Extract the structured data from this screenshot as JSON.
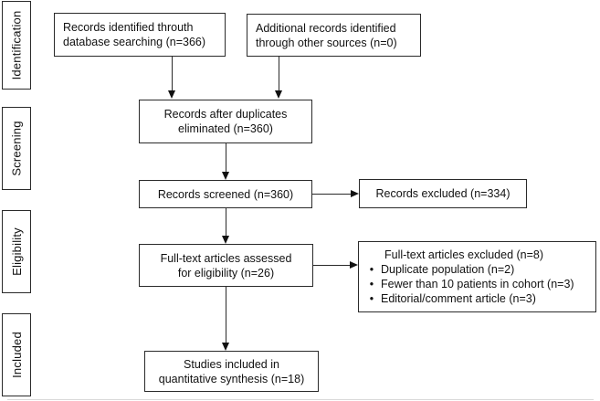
{
  "sidebar": {
    "stages": [
      {
        "label": "Identification"
      },
      {
        "label": "Screening"
      },
      {
        "label": "Eligibility"
      },
      {
        "label": "Included"
      }
    ]
  },
  "flow": {
    "records_identified": {
      "lines": [
        "Records identified throuth",
        "database searching (n=366)"
      ]
    },
    "additional_records": {
      "lines": [
        "Additional records identified",
        "through other sources (n=0)"
      ]
    },
    "after_duplicates": {
      "lines": [
        "Records after duplicates",
        "eliminated (n=360)"
      ]
    },
    "screened": {
      "label": "Records screened (n=360)"
    },
    "records_excluded": {
      "label": "Records excluded (n=334)"
    },
    "fulltext_assessed": {
      "lines": [
        "Full-text articles assessed",
        "for eligibility (n=26)"
      ]
    },
    "fulltext_excluded": {
      "heading": "Full-text articles excluded (n=8)",
      "items": [
        "Duplicate population (n=2)",
        "Fewer than 10 patients in cohort (n=3)",
        "Editorial/comment article (n=3)"
      ]
    },
    "included_studies": {
      "lines": [
        "Studies included in",
        "quantitative synthesis (n=18)"
      ]
    }
  },
  "colors": {
    "border": "#2a2a2a",
    "text": "#111111",
    "background": "#ffffff"
  }
}
